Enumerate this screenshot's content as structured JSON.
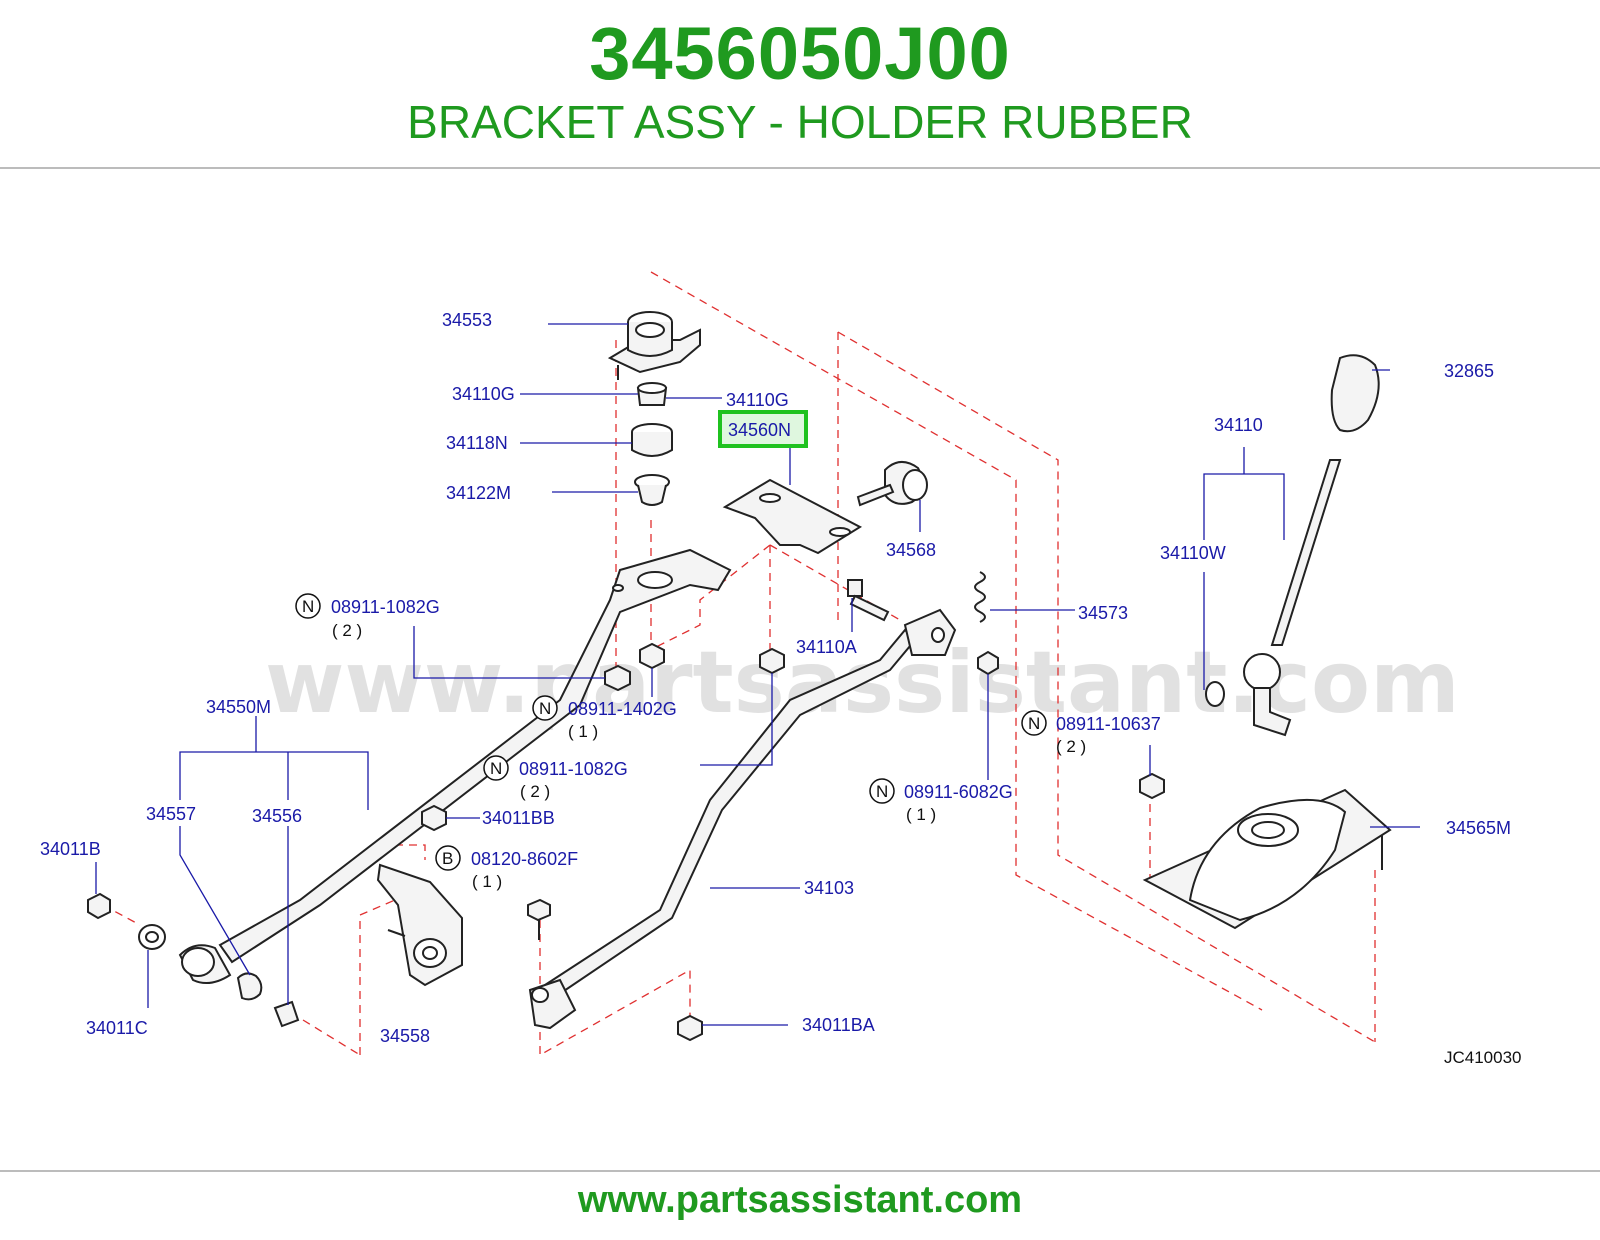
{
  "header": {
    "part_number": "3456050J00",
    "part_name": "BRACKET ASSY - HOLDER RUBBER"
  },
  "colors": {
    "brand_green": "#1f9a1f",
    "label_blue": "#1a1aa8",
    "highlight": "#1fc21f"
  },
  "diagram": {
    "watermark": "www.partsassistant.com",
    "code": "JC410030",
    "highlighted_label": "34560N",
    "labels": {
      "l34553": "34553",
      "l34110G_a": "34110G",
      "l34110G_b": "34110G",
      "l34118N": "34118N",
      "l34122M": "34122M",
      "l34568": "34568",
      "l32865": "32865",
      "l34110": "34110",
      "l34110W": "34110W",
      "l34573": "34573",
      "l34110A": "34110A",
      "l34550M": "34550M",
      "l34557": "34557",
      "l34556": "34556",
      "l34011B": "34011B",
      "l34011C": "34011C",
      "l34011BB": "34011BB",
      "l34558": "34558",
      "l34103": "34103",
      "l34011BA": "34011BA",
      "l34565M": "34565M"
    },
    "fasteners": [
      {
        "prefix": "N",
        "part": "08911-1082G",
        "qty": "( 2 )"
      },
      {
        "prefix": "N",
        "part": "08911-1402G",
        "qty": "( 1 )"
      },
      {
        "prefix": "N",
        "part": "08911-1082G",
        "qty": "( 2 )"
      },
      {
        "prefix": "N",
        "part": "08911-10637",
        "qty": "( 2 )"
      },
      {
        "prefix": "N",
        "part": "08911-6082G",
        "qty": "( 1 )"
      },
      {
        "prefix": "B",
        "part": "08120-8602F",
        "qty": "( 1 )"
      }
    ]
  },
  "footer": {
    "url": "www.partsassistant.com"
  }
}
